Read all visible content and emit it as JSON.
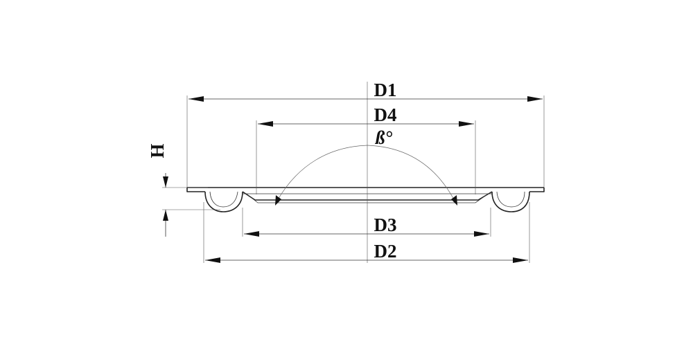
{
  "drawing": {
    "labels": {
      "d1": "D1",
      "d2": "D2",
      "d3": "D3",
      "d4": "D4",
      "h": "H",
      "angle": "ß°"
    },
    "colors": {
      "line": "#222222",
      "background": "#ffffff"
    }
  }
}
